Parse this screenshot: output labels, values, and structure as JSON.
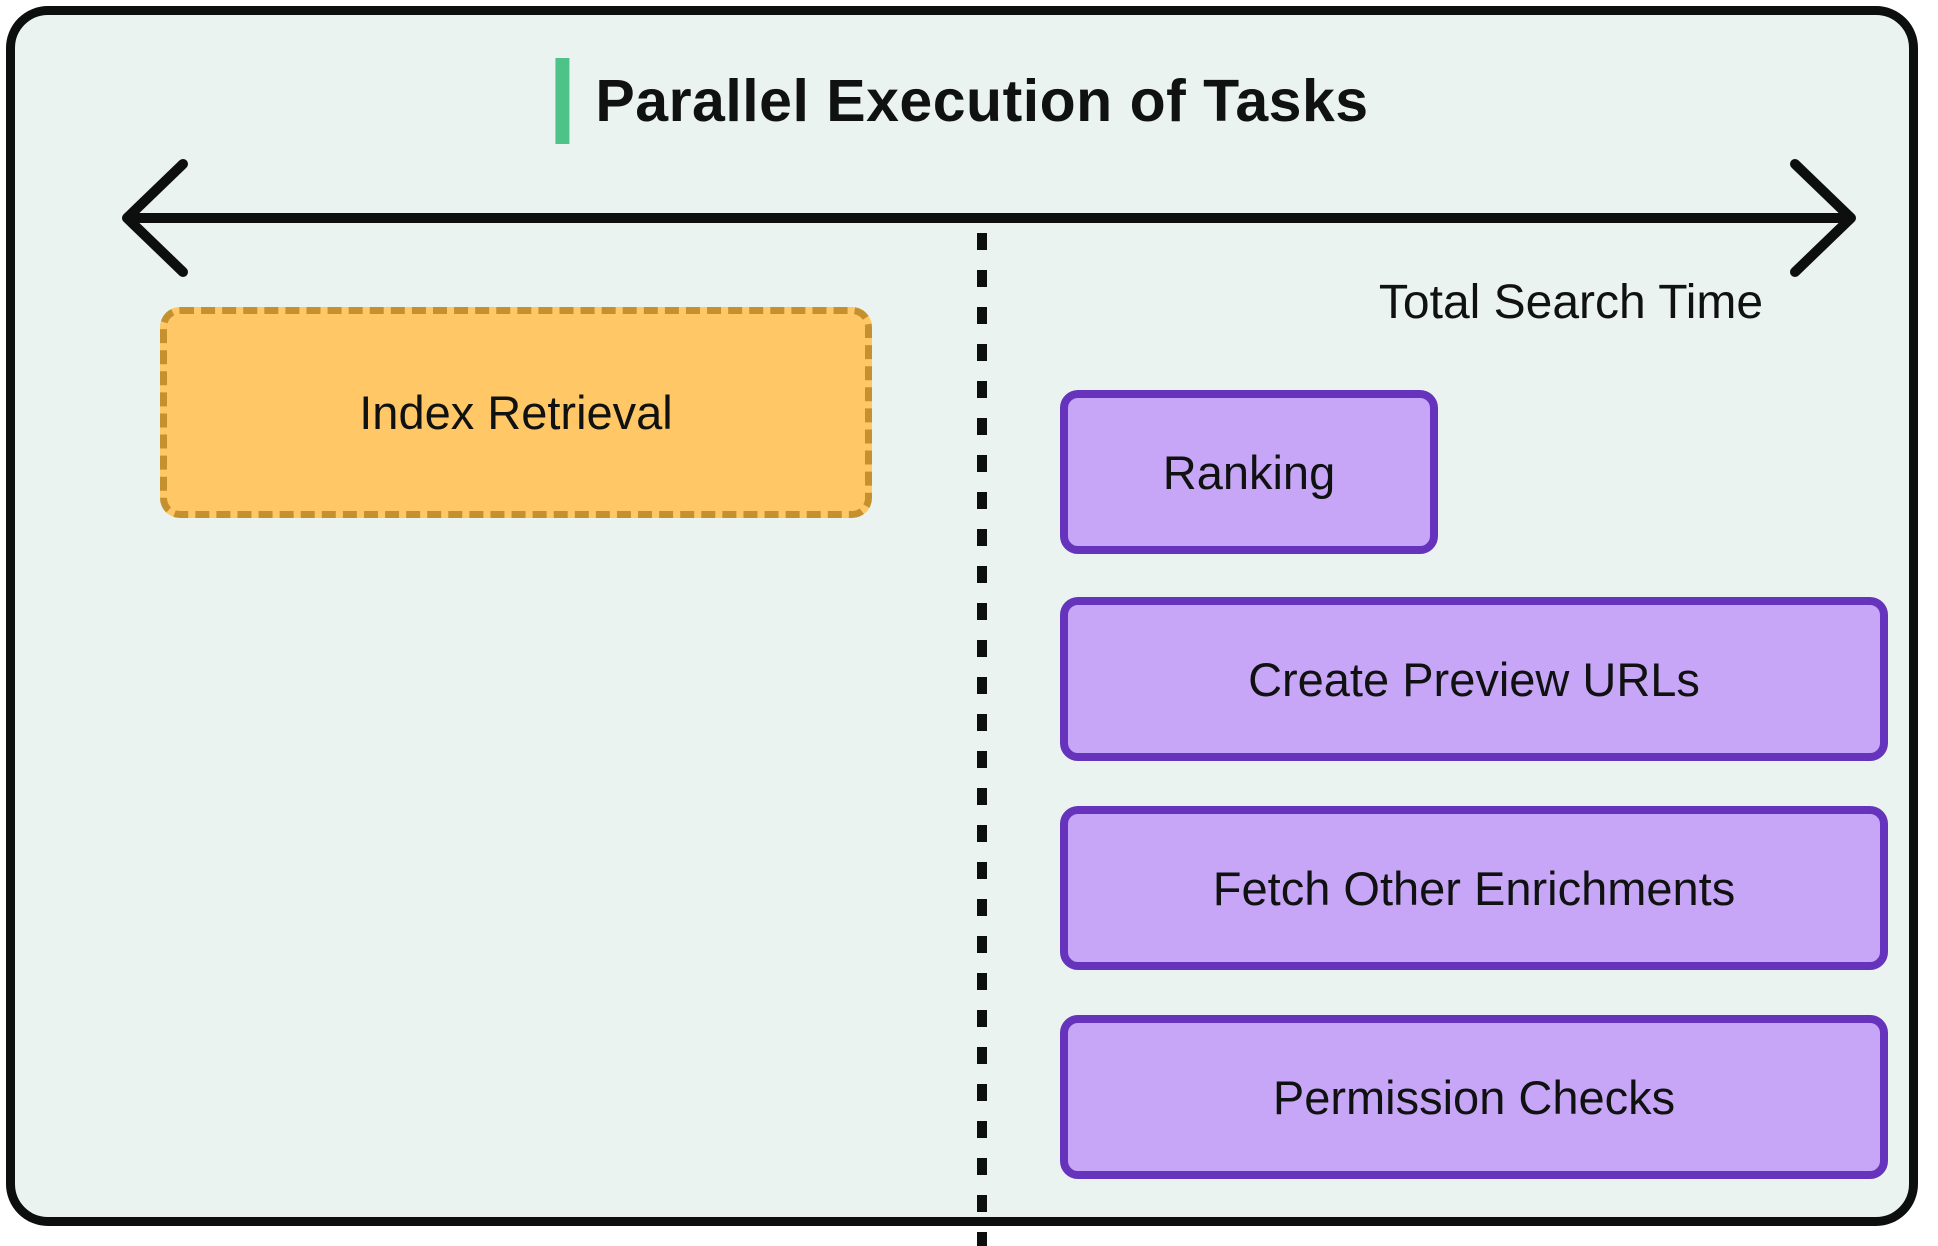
{
  "title": {
    "text": "Parallel Execution of Tasks",
    "accent_color": "#4ec389"
  },
  "timeline": {
    "label": "Total Search Time"
  },
  "tasks": {
    "pre": {
      "label": "Index Retrieval"
    },
    "parallel": [
      {
        "label": "Ranking"
      },
      {
        "label": "Create Preview URLs"
      },
      {
        "label": "Fetch Other Enrichments"
      },
      {
        "label": "Permission Checks"
      }
    ]
  },
  "colors": {
    "background": "#eaf3ef",
    "outer_border": "#0d0f0e",
    "title_accent_green": "#4ec389",
    "pre_task_fill": "#ffc766",
    "pre_task_border": "#c5912f",
    "parallel_task_fill": "#c7a6f7",
    "parallel_task_border": "#6633bc",
    "text": "#101211"
  }
}
